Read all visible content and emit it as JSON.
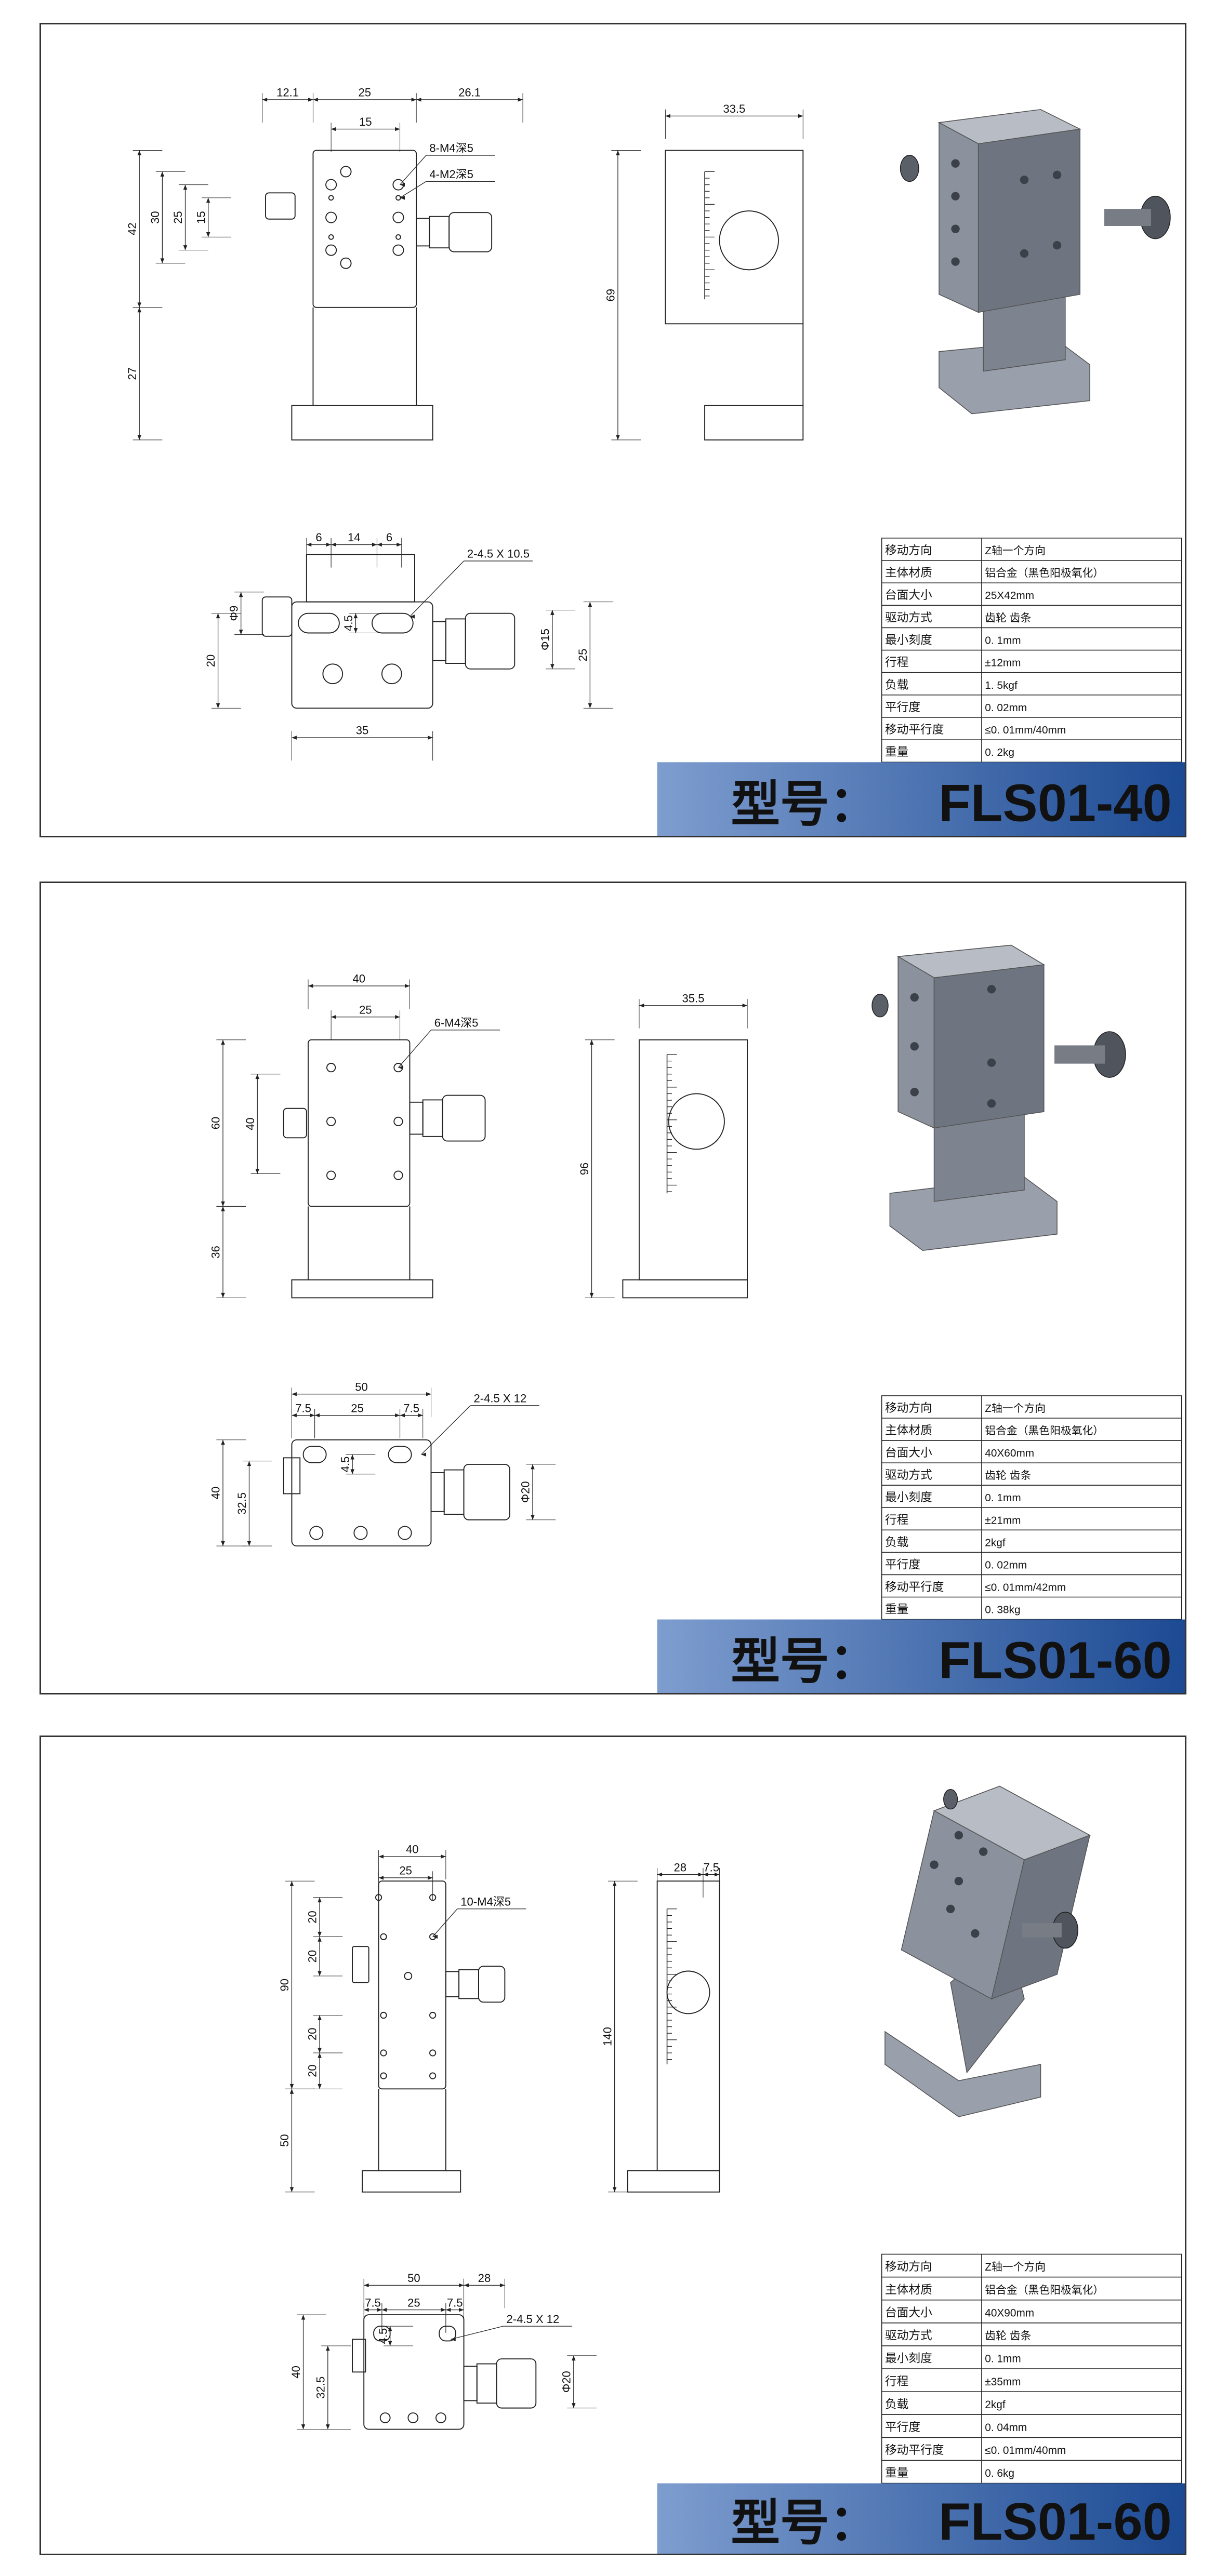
{
  "spec_labels": [
    "移动方向",
    "主体材质",
    "台面大小",
    "驱动方式",
    "最小刻度",
    "行程",
    "负载",
    "平行度",
    "移动平行度",
    "重量"
  ],
  "banner_color_start": "#7e9dcf",
  "banner_color_end": "#1c4a93",
  "panels": [
    {
      "model_prefix": "型号：",
      "model": "FLS01-40",
      "spec_values": [
        "Z轴一个方向",
        "铝合金（黑色阳极氧化）",
        "25X42mm",
        "齿轮  齿条",
        "0. 1mm",
        "±12mm",
        "1. 5kgf",
        "0. 02mm",
        "≤0. 01mm/40mm",
        "0. 2kg"
      ],
      "dims": [
        "12.1",
        "25",
        "26.1",
        "15",
        "8-M4深5",
        "4-M2深5",
        "42",
        "30",
        "25",
        "15",
        "27",
        "33.5",
        "69",
        "6",
        "14",
        "6",
        "2-4.5 X 10.5",
        "Φ9",
        "20",
        "4.5",
        "Φ15",
        "25",
        "35"
      ]
    },
    {
      "model_prefix": "型号：",
      "model": "FLS01-60",
      "spec_values": [
        "Z轴一个方向",
        "铝合金（黑色阳极氧化）",
        "40X60mm",
        "齿轮  齿条",
        "0. 1mm",
        "±21mm",
        "2kgf",
        "0. 02mm",
        "≤0. 01mm/42mm",
        "0. 38kg"
      ],
      "dims": [
        "40",
        "25",
        "6-M4深5",
        "60",
        "40",
        "36",
        "35.5",
        "96",
        "50",
        "7.5",
        "25",
        "7.5",
        "2-4.5 X 12",
        "40",
        "32.5",
        "4.5",
        "Φ20"
      ]
    },
    {
      "model_prefix": "型号：",
      "model": "FLS01-60",
      "spec_values": [
        "Z轴一个方向",
        "铝合金（黑色阳极氧化）",
        "40X90mm",
        "齿轮  齿条",
        "0. 1mm",
        "±35mm",
        "2kgf",
        "0. 04mm",
        "≤0. 01mm/40mm",
        "0. 6kg"
      ],
      "dims": [
        "40",
        "25",
        "10-M4深5",
        "20",
        "20",
        "90",
        "20",
        "20",
        "50",
        "28",
        "7.5",
        "140",
        "50",
        "28",
        "7.5",
        "25",
        "7.5",
        "2-4.5 X 12",
        "40",
        "32.5",
        "4.5",
        "Φ20"
      ]
    }
  ]
}
